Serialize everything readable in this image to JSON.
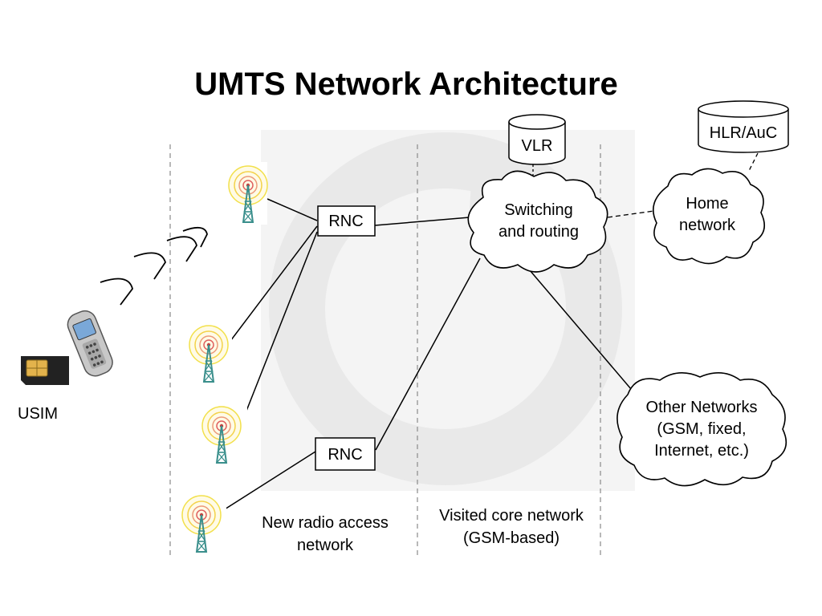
{
  "title": "UMTS Network Architecture",
  "nodes": {
    "rnc_top": "RNC",
    "rnc_bottom": "RNC",
    "vlr": "VLR",
    "hlr": "HLR/AuC",
    "switching": [
      "Switching",
      "and routing"
    ],
    "home_network": [
      "Home",
      "network"
    ],
    "other_networks": [
      "Other Networks",
      "(GSM, fixed,",
      "Internet, etc.)"
    ],
    "usim": "USIM"
  },
  "regions": {
    "radio_access": [
      "New radio access",
      "network"
    ],
    "core_network": [
      "Visited core network",
      "(GSM-based)"
    ]
  },
  "icons": [
    "antenna-tower-icon",
    "mobile-phone-icon",
    "sim-card-icon",
    "radio-wave-icon",
    "watermark-logo"
  ],
  "colors": {
    "watermark": "#f2f2f2",
    "divider": "#8a8a8a",
    "antenna_tower": "#3a8f8c",
    "antenna_ring_outer": "#f2e04a",
    "antenna_ring_inner": "#e06060"
  }
}
